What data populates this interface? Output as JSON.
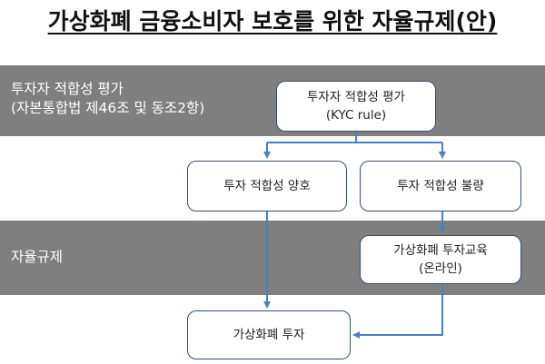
{
  "title": "가상화폐 금융소비자 보호를 위한 자율규제(안)",
  "bands": {
    "assessment": {
      "label_line1": "투자자 적합성 평가",
      "label_line2": "(자본통합법 제46조 및 동조2항)"
    },
    "self_regulation": {
      "label": "자율규제"
    }
  },
  "nodes": {
    "kyc": {
      "line1": "투자자 적합성 평가",
      "line2": "(KYC rule)"
    },
    "suitable": {
      "label": "투자 적합성 양호"
    },
    "unsuitable": {
      "label": "투자 적합성 불량"
    },
    "education": {
      "line1": "가상화폐 투자교육",
      "line2": "(온라인)"
    },
    "invest": {
      "label": "가상화폐 투자"
    }
  },
  "colors": {
    "band": "#7f7f7f",
    "box_border": "#2f4f7f",
    "connector": "#4a7fc1"
  }
}
